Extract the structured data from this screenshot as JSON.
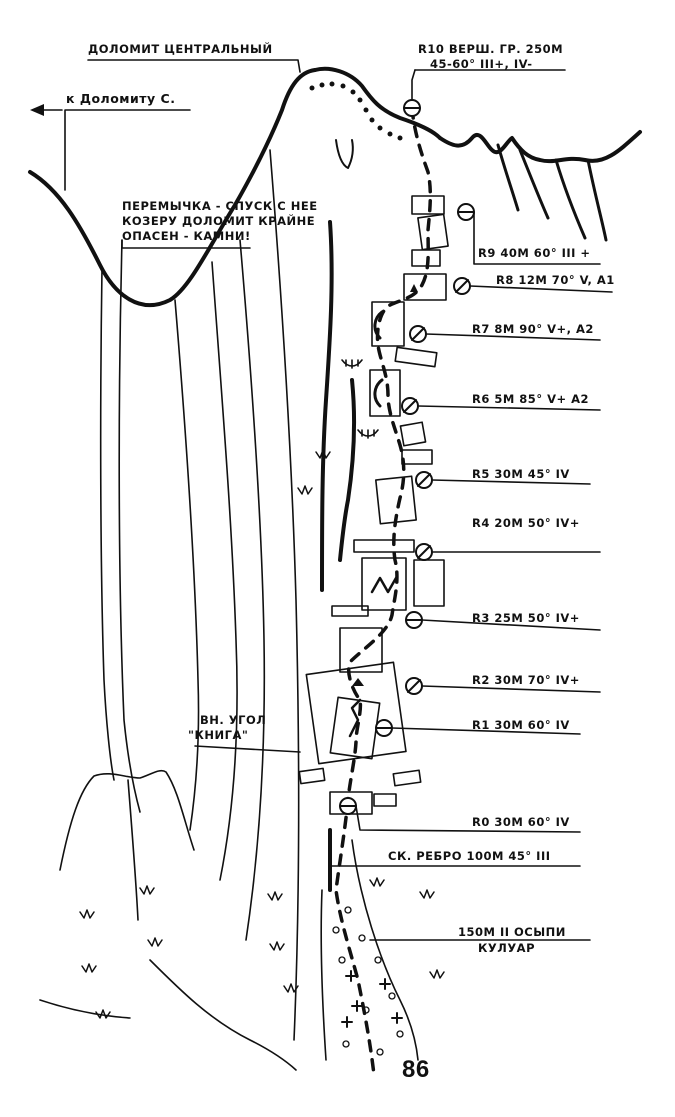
{
  "labels": {
    "dolomit_central": "ДОЛОМИТ ЦЕНТРАЛЬНЫЙ",
    "to_dolomit": "к Доломиту С.",
    "peremychka_l1": "ПЕРЕМЫЧКА - СПУСК С НЕЕ",
    "peremychka_l2": "КОЗЕРУ ДОЛОМИТ КРАЙНЕ",
    "peremychka_l3": "ОПАСЕН - КАМНИ!",
    "r10_l1": "R10 ВЕРШ. ГР. 250М",
    "r10_l2": "45-60° III+, IV-",
    "r9": "R9 40M 60° III +",
    "r8": "R8 12M 70° V, A1",
    "r7": "R7 8M 90° V+, A2",
    "r6": "R6 5M 85° V+ A2",
    "r5": "R5 30M 45° IV",
    "r4": "R4 20M 50° IV+",
    "r3": "R3 25M 50° IV+",
    "r2": "R2 30M 70° IV+",
    "r1": "R1 30M 60° IV",
    "r0": "R0 30M 60° IV",
    "vn_ugol_l1": "ВН. УГОЛ",
    "vn_ugol_l2": "\"КНИГА\"",
    "sk_rebro": "СК. РЕБРО 100М 45° III",
    "osypi_l1": "150М II ОСЫПИ",
    "osypi_l2": "КУЛУАР",
    "page_number": "86"
  },
  "colors": {
    "ink": "#111111",
    "paper": "#ffffff"
  }
}
